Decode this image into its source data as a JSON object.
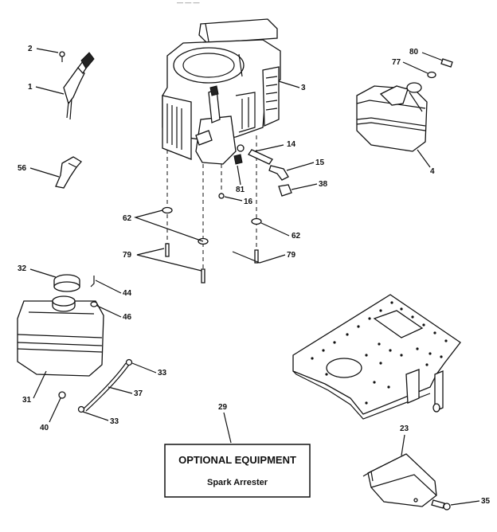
{
  "header": {
    "text": "— — —"
  },
  "labels": {
    "l2": "2",
    "l1": "1",
    "l56": "56",
    "l3": "3",
    "l80": "80",
    "l77": "77",
    "l4": "4",
    "l14": "14",
    "l15": "15",
    "l81": "81",
    "l16": "16",
    "l38": "38",
    "l62a": "62",
    "l62b": "62",
    "l79a": "79",
    "l79b": "79",
    "l32": "32",
    "l44": "44",
    "l46": "46",
    "l33a": "33",
    "l37": "37",
    "l31": "31",
    "l40": "40",
    "l33b": "33",
    "l29": "29",
    "l23": "23",
    "l35": "35"
  },
  "optional_box": {
    "title": "OPTIONAL EQUIPMENT",
    "subtitle": "Spark Arrester"
  }
}
